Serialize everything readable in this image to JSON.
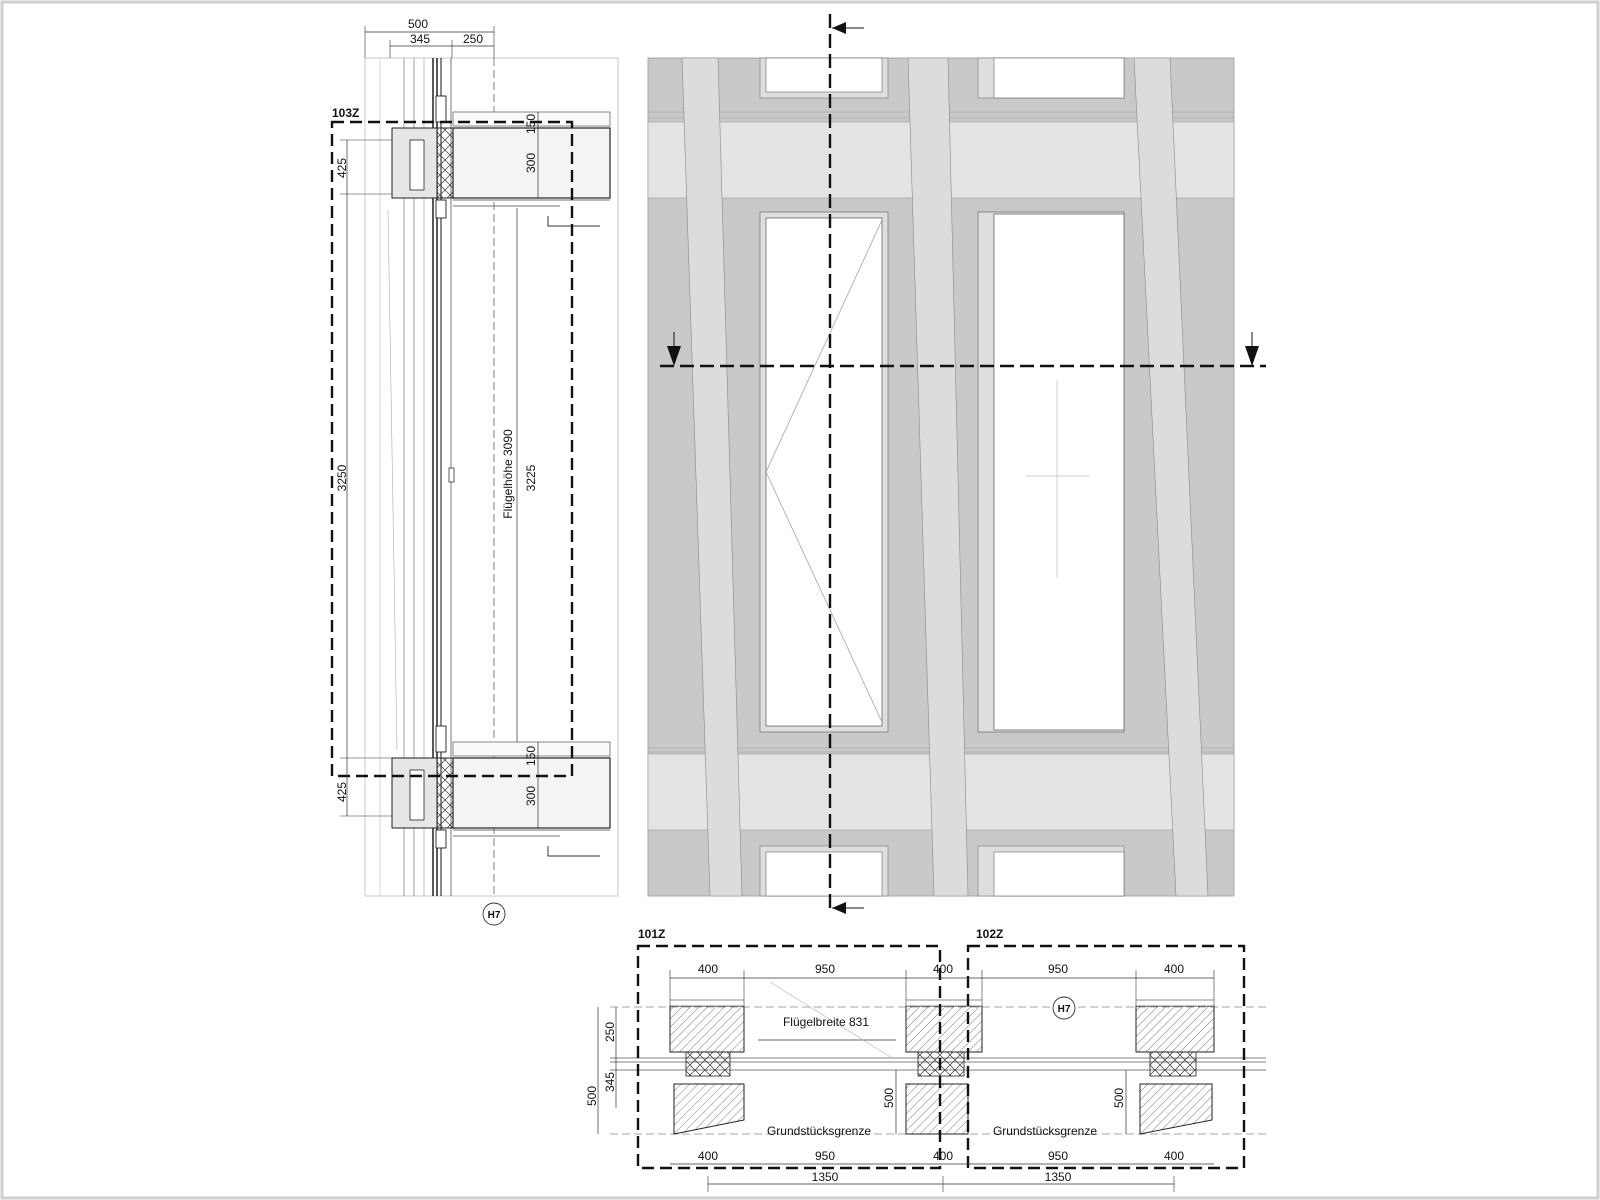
{
  "section": {
    "tag": "103Z",
    "axis_label": "H7",
    "top_dims": {
      "overall": "500",
      "part_a": "345",
      "part_b": "250"
    },
    "left_dims": {
      "top": "425",
      "middle": "3250",
      "bottom": "425"
    },
    "slab_dims": {
      "upper_a": "150",
      "upper_b": "300",
      "lower_a": "150",
      "lower_b": "300"
    },
    "opening_height": "3225",
    "sash_height_label": "Flügelhöhe 3090"
  },
  "plan": {
    "left_tag": "101Z",
    "right_tag": "102Z",
    "axis_label": "H7",
    "sash_width_label": "Flügelbreite 831",
    "boundary_label": "Grundstücksgrenze",
    "top_dims": [
      "400",
      "950",
      "400",
      "950",
      "400"
    ],
    "bottom_dims": [
      "400",
      "950",
      "400",
      "950",
      "400"
    ],
    "overall_dims": [
      "1350",
      "1350"
    ],
    "left_dims": {
      "a": "250",
      "b": "345",
      "c": "500"
    },
    "inner_dims": [
      "500",
      "500"
    ]
  }
}
